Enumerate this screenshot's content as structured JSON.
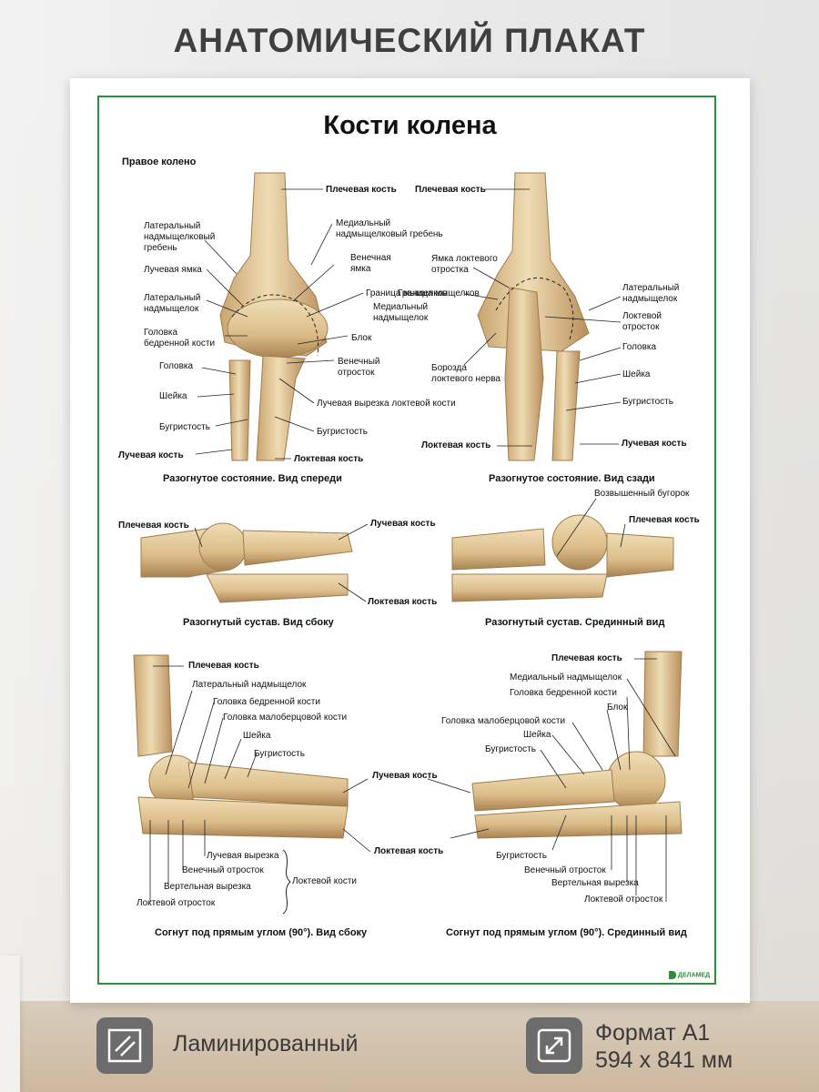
{
  "header": {
    "title": "АНАТОМИЧЕСКИЙ ПЛАКАТ"
  },
  "poster": {
    "title": "Кости  колена",
    "side": "Правое колено",
    "captions": {
      "front": "Разогнутое состояние. Вид спереди",
      "back": "Разогнутое состояние. Вид  сзади",
      "side_view": "Разогнутый сустав. Вид сбоку",
      "medial_view": "Разогнутый сустав. Срединный вид",
      "flex_side": "Согнут под прямым углом (90°). Вид сбоку",
      "flex_medial": "Согнут под прямым углом (90°). Срединный вид"
    },
    "labels": {
      "front": [
        "Плечевая кость",
        "Латеральный\nнадмыщелковый\nгребень",
        "Медиальный\nнадмыщелковый гребень",
        "Лучевая ямка",
        "Венечная\nямка",
        "Латеральный\nнадмыщелок",
        "Граница мыщелков",
        "Медиальный\nнадмыщелок",
        "Головка\nбедренной кости",
        "Блок",
        "Головка",
        "Венечный\nотросток",
        "Шейка",
        "Лучевая вырезка локтевой кости",
        "Бугристость",
        "Бугристость",
        "Лучевая кость",
        "Локтевая кость"
      ],
      "back": [
        "Плечевая кость",
        "Ямка локтевого\nотростка",
        "Латеральный\nнадмыщелок",
        "Граница мыщелков",
        "Локтевой\nотросток",
        "Головка",
        "Шейка",
        "Борозда\nлоктевого нерва",
        "Бугристость",
        "Локтевая кость",
        "Лучевая кость"
      ],
      "side_view": [
        "Плечевая кость",
        "Лучевая кость",
        "Локтевая кость"
      ],
      "medial_view": [
        "Возвышенный бугорок",
        "Плечевая кость"
      ],
      "flex_side": [
        "Плечевая кость",
        "Латеральный надмыщелок",
        "Головка бедренной кости",
        "Головка малоберцовой кости",
        "Шейка",
        "Бугристость",
        "Лучевая вырезка",
        "Венечный отросток",
        "Вертельная вырезка",
        "Локтевой отросток",
        "Локтевой кости"
      ],
      "shared": [
        "Лучевая кость",
        "Локтевая кость"
      ],
      "flex_medial": [
        "Плечевая кость",
        "Медиальный надмыщелок",
        "Головка бедренной кости",
        "Блок",
        "Головка малоберцовой кости",
        "Шейка",
        "Бугристость",
        "Бугристость",
        "Венечный отросток",
        "Вертельная вырезка",
        "Локтевой отросток"
      ]
    },
    "logo": {
      "name": "ДЕЛАМЕД"
    }
  },
  "features": [
    {
      "icon": "laminate-icon",
      "text": "Ламинированный"
    },
    {
      "icon": "resize-arrows-icon",
      "line1": "Формат А1",
      "line2": "594 х 841 мм"
    }
  ],
  "colors": {
    "frame": "#2f8f3a",
    "bone": "#e3c896",
    "bone_shadow": "#b89565",
    "badge": "#6c6c6c"
  }
}
